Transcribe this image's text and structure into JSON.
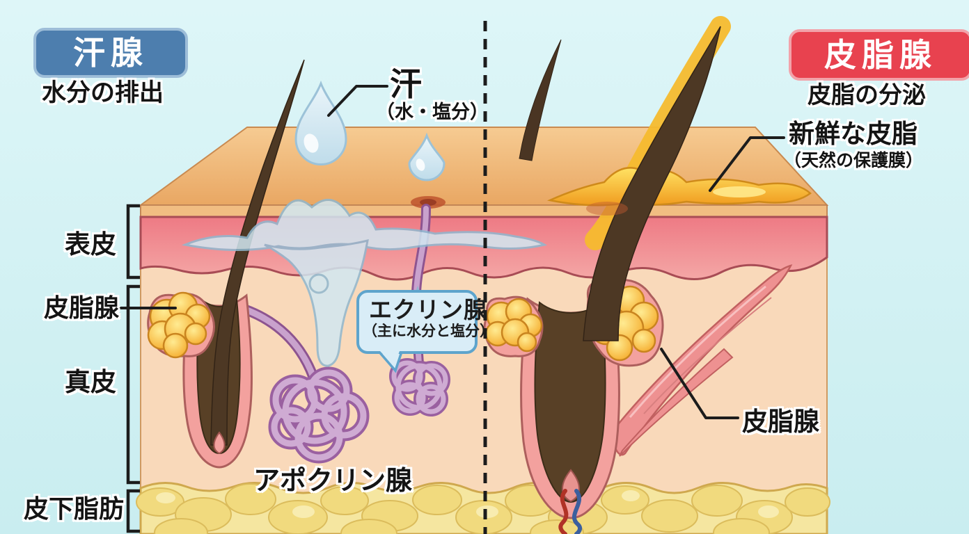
{
  "left": {
    "badge": "汗腺",
    "subtitle": "水分の排出",
    "sweat_label": "汗",
    "sweat_note": "（水・塩分）",
    "eccrine_label": "エクリン腺",
    "eccrine_note": "（主に水分と塩分）",
    "apocrine_label": "アポクリン腺"
  },
  "right": {
    "badge": "皮脂腺",
    "subtitle": "皮脂の分泌",
    "fresh_sebum_label": "新鮮な皮脂",
    "fresh_sebum_note": "（天然の保護膜）",
    "gland_label": "皮脂腺"
  },
  "layers": {
    "epidermis": "表皮",
    "sebaceous": "皮脂腺",
    "dermis": "真皮",
    "subcutaneous_fat": "皮下脂肪"
  },
  "colors": {
    "background": "#d2f1f3",
    "sweat_badge_blue": "#4d7eae",
    "sebum_badge_red": "#e8424f",
    "bubble_fill": "#d9edf7",
    "bubble_border": "#5ea4cc",
    "sweat_blue": "#d2e8f2",
    "sebum_yellow": "#f6b82e",
    "gland_purple": "#c9a2cd",
    "epidermis_pink": "#ee7e88",
    "dermis_peach": "#f9d9ba",
    "fat_yellow": "#f1da7e",
    "hair_brown": "#4d3824"
  }
}
